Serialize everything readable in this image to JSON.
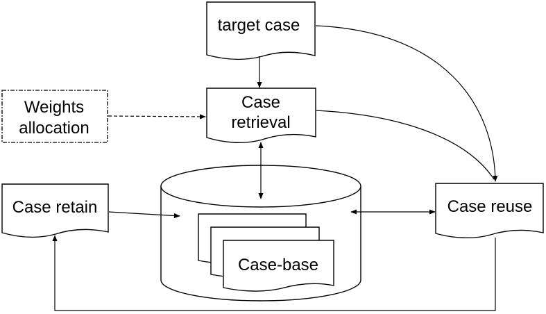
{
  "nodes": {
    "target_case": "target case",
    "weights_allocation": [
      "Weights",
      "allocation"
    ],
    "case_retrieval": [
      "Case",
      "retrieval"
    ],
    "case_retain": "Case retain",
    "case_reuse": "Case reuse",
    "case_base": "Case-base"
  }
}
